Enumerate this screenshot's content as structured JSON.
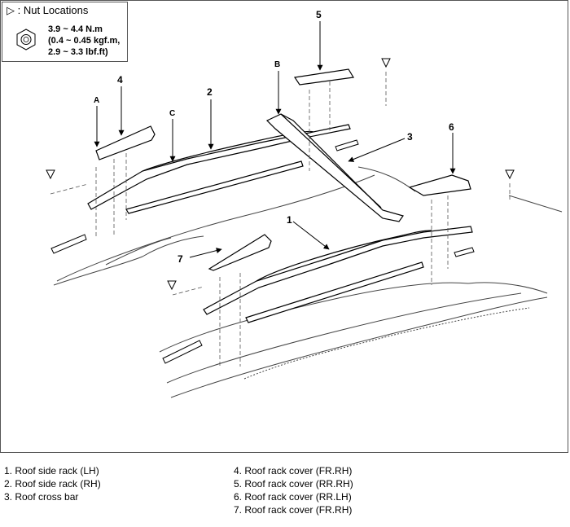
{
  "legend": {
    "title": "▷ : Nut Locations",
    "torque_lines": [
      "3.9 ~ 4.4 N.m",
      "(0.4 ~ 0.45 kgf.m,",
      "2.9 ~ 3.3 lbf.ft)"
    ]
  },
  "callouts": {
    "n1": "1",
    "n2": "2",
    "n3": "3",
    "n4": "4",
    "n5": "5",
    "n6": "6",
    "n7": "7",
    "A": "A",
    "B": "B",
    "C": "C"
  },
  "parts_left": [
    "1. Roof side rack (LH)",
    "2. Roof side rack (RH)",
    "3. Roof cross bar"
  ],
  "parts_right": [
    "4. Roof rack cover (FR.RH)",
    "5. Roof rack cover (RR.RH)",
    "6. Roof rack cover (RR.LH)",
    "7. Roof rack cover (FR.RH)"
  ]
}
